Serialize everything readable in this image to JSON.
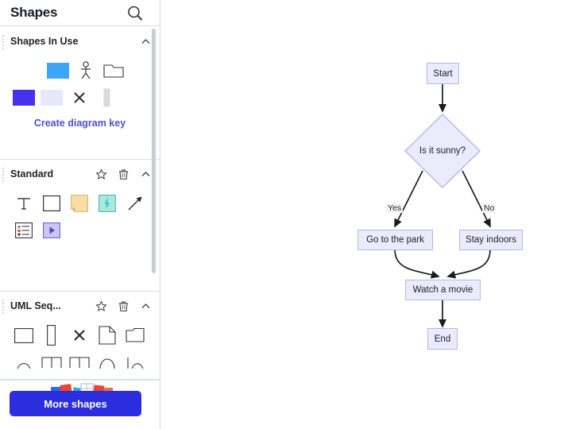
{
  "panel": {
    "title": "Shapes",
    "search_icon": "search-icon",
    "sections": [
      {
        "id": "shapes-in-use",
        "title": "Shapes In Use",
        "collapse_icon": "chevron-up-icon",
        "has_star": false,
        "has_trash": false,
        "shapes": [
          {
            "name": "blue-rectangle-shape"
          },
          {
            "name": "actor-stick-figure-shape"
          },
          {
            "name": "folder-shape"
          },
          {
            "name": "indigo-rectangle-shape"
          },
          {
            "name": "lavender-rectangle-shape"
          },
          {
            "name": "cross-shape"
          },
          {
            "name": "vertical-bar-shape"
          }
        ],
        "link_label": "Create diagram key"
      },
      {
        "id": "standard",
        "title": "Standard",
        "collapse_icon": "chevron-up-icon",
        "star_icon": "star-icon",
        "trash_icon": "trash-icon",
        "has_star": true,
        "has_trash": true,
        "shapes": [
          {
            "name": "text-shape"
          },
          {
            "name": "rectangle-shape"
          },
          {
            "name": "sticky-note-shape"
          },
          {
            "name": "lightning-card-shape"
          },
          {
            "name": "arrow-shape"
          },
          {
            "name": "list-card-shape"
          },
          {
            "name": "play-card-shape"
          }
        ]
      },
      {
        "id": "uml-sequence",
        "title": "UML Seq...",
        "collapse_icon": "chevron-up-icon",
        "star_icon": "star-icon",
        "trash_icon": "trash-icon",
        "has_star": true,
        "has_trash": true,
        "shapes": [
          {
            "name": "rectangle-shape"
          },
          {
            "name": "tall-bar-shape"
          },
          {
            "name": "cross-shape"
          },
          {
            "name": "document-shape"
          },
          {
            "name": "folder-shape"
          },
          {
            "name": "arc-shape"
          },
          {
            "name": "frame-shape"
          },
          {
            "name": "frame-alt-shape"
          },
          {
            "name": "half-circle-shape"
          },
          {
            "name": "split-circle-shape"
          }
        ]
      }
    ],
    "footer": {
      "more_shapes_label": "More shapes"
    }
  },
  "canvas": {
    "nodes": [
      {
        "id": "start",
        "label": "Start",
        "type": "rect"
      },
      {
        "id": "is-it-sunny",
        "label": "Is it sunny?",
        "type": "diamond"
      },
      {
        "id": "go-to-park",
        "label": "Go to the park",
        "type": "rect"
      },
      {
        "id": "stay-indoors",
        "label": "Stay indoors",
        "type": "rect"
      },
      {
        "id": "watch-movie",
        "label": "Watch a movie",
        "type": "rect"
      },
      {
        "id": "end",
        "label": "End",
        "type": "rect"
      }
    ],
    "edge_labels": [
      {
        "id": "yes",
        "label": "Yes"
      },
      {
        "id": "no",
        "label": "No"
      }
    ]
  },
  "colors": {
    "node_fill": "#ecebfb",
    "node_border": "#b9b4e8",
    "accent": "#2d2de0",
    "link": "#4c4ce0",
    "edge_stroke": "#1c1c1c"
  }
}
